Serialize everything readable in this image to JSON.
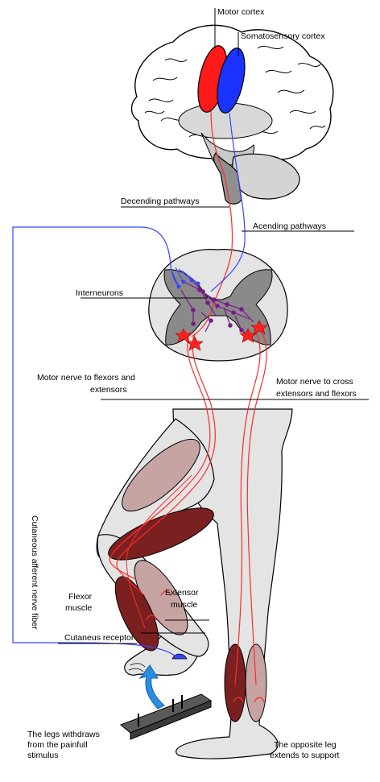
{
  "labels": {
    "motor_cortex": "Motor cortex",
    "somatosensory_cortex": "Somatosensory cortex",
    "descending_pathways": "Decending pathways",
    "ascending_pathways": "Acending pathways",
    "interneurons": "Interneurons",
    "motor_nerve_flexors_line1": "Motor nerve to flexors and",
    "motor_nerve_flexors_line2": "extensors",
    "motor_nerve_cross_line1": "Motor nerve to cross",
    "motor_nerve_cross_line2": "extensors and flexors",
    "cutaneous_afferent": "Cutaneous afferent nerve fiber",
    "extensor_muscle_line1": "Extensor",
    "extensor_muscle_line2": "muscle",
    "flexor_muscle_line1": "Flexor",
    "flexor_muscle_line2": "muscle",
    "cutaneous_receptor": "Cutaneus receptor",
    "withdraw_line1": "The legs withdraws",
    "withdraw_line2": "from the painfull",
    "withdraw_line3": "stimulus",
    "opposite_line1": "The opposite leg",
    "opposite_line2": "extends to support"
  },
  "colors": {
    "motor_cortex": "#ff1a1a",
    "somatosensory_cortex": "#1a33ff",
    "motor_pathway": "#ff2a2a",
    "sensory_pathway": "#3344ff",
    "interneuron": "#7a1a8a",
    "gray_matter": "#8a8a8a",
    "tissue": "#e4e4e4",
    "muscle_dark": "#7a2020",
    "muscle_light": "#c7a4a4"
  }
}
